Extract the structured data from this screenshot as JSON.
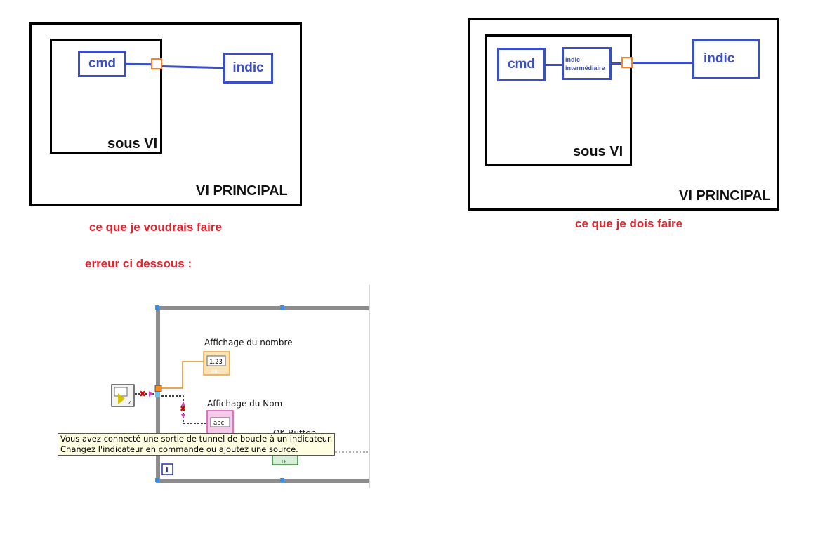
{
  "left_diagram": {
    "main_label": "VI PRINCIPAL",
    "sub_label": "sous VI",
    "cmd_label": "cmd",
    "indic_label": "indic",
    "caption": "ce que je voudrais faire"
  },
  "right_diagram": {
    "main_label": "VI PRINCIPAL",
    "sub_label": "sous VI",
    "cmd_label": "cmd",
    "intermediate_label": "indic intermédiaire",
    "indic_label": "indic",
    "caption": "ce que je dois faire"
  },
  "error_caption": "erreur ci dessous :",
  "labview": {
    "affichage_nombre": "Affichage du nombre",
    "affichage_nom": "Affichage du Nom",
    "ok_button": "OK Button",
    "numeric_glyph": "1.23",
    "numeric_type": "DBL",
    "string_glyph": "abc",
    "bool_glyph": "TF",
    "loop_index": "i",
    "subvi_count": "4",
    "tooltip_line1": "Vous avez connecté une sortie de tunnel de boucle à un indicateur.",
    "tooltip_line2": "Changez l'indicateur en commande ou ajoutez une source."
  },
  "colors": {
    "diagram_blue": "#3b4fc4",
    "tunnel_orange": "#ff7f27",
    "caption_red": "#e8202a",
    "loop_gray": "#8c8c8c",
    "numeric_orange": "#e8a33c",
    "string_pink": "#d34fb0",
    "bool_green": "#2a8a2a",
    "tooltip_bg": "#ffffe1"
  }
}
